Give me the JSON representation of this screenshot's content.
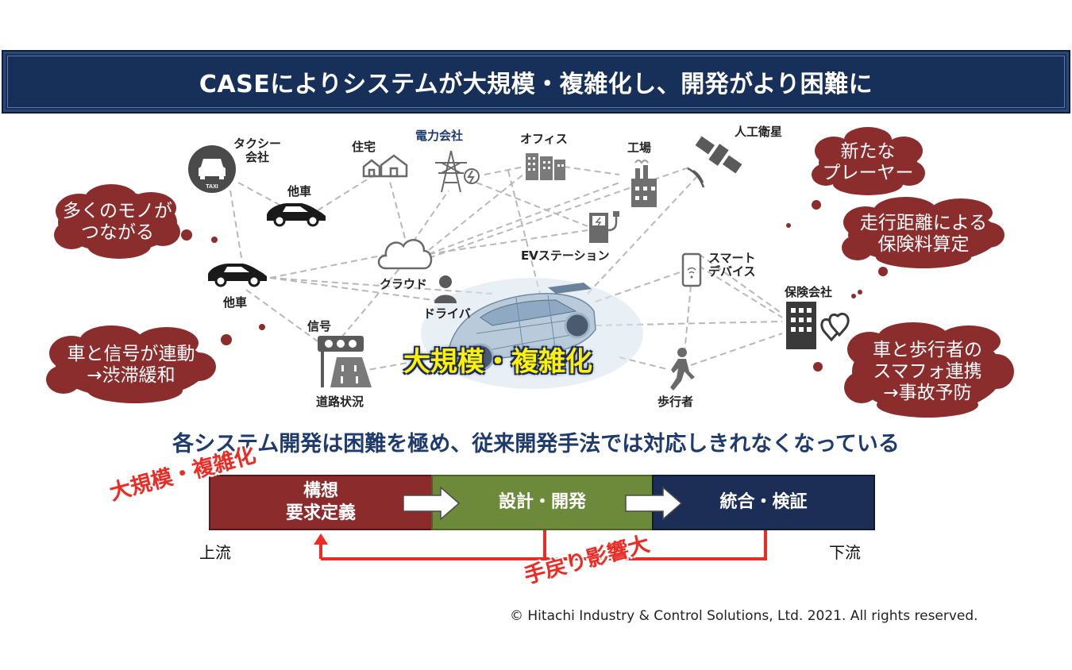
{
  "header": {
    "title": "CASEによりシステムが大規模・複雑化し、開発がより困難に"
  },
  "network": {
    "nodes": {
      "taxi": "タクシー\n会社",
      "taxi_badge": "TAXI",
      "other_car_top": "他車",
      "housing": "住宅",
      "power_company": "電力会社",
      "office": "オフィス",
      "factory": "工場",
      "satellite": "人工衛星",
      "ev_station": "EVステーション",
      "cloud": "クラウド",
      "driver": "ドライバ",
      "other_car_left": "他車",
      "signal": "信号",
      "road_status": "道路状況",
      "smart_device": "スマート\nデバイス",
      "insurance": "保険会社",
      "pedestrian": "歩行者"
    },
    "center_label": "大規模・複雑化"
  },
  "callouts": {
    "many_things": "多くのモノが\nつながる",
    "car_signal": "車と信号が連動\n→渋滞緩和",
    "new_players": "新たな\nプレーヤー",
    "insurance_calc": "走行距離による\n保険料算定",
    "pedestrian_link": "車と歩行者の\nスマフォ連携\n→事故予防"
  },
  "subtitle": "各システム開発は困難を極め、従来開発手法では対応しきれなくなっている",
  "flow": {
    "stages": [
      "構想\n要求定義",
      "設計・開発",
      "統合・検証"
    ],
    "upstream": "上流",
    "downstream": "下流",
    "tilted_top": "大規模・複雑化",
    "tilted_bottom": "手戻り影響大"
  },
  "colors": {
    "title_bg": "#17305a",
    "callout": "#8b2d2d",
    "stage1": "#8b2b2b",
    "stage2": "#6d8a3b",
    "stage3": "#1c2e55",
    "accent_red": "#ee2a24",
    "center_yellow": "#fff200"
  },
  "copyright": "© Hitachi Industry & Control Solutions, Ltd. 2021. All rights reserved."
}
